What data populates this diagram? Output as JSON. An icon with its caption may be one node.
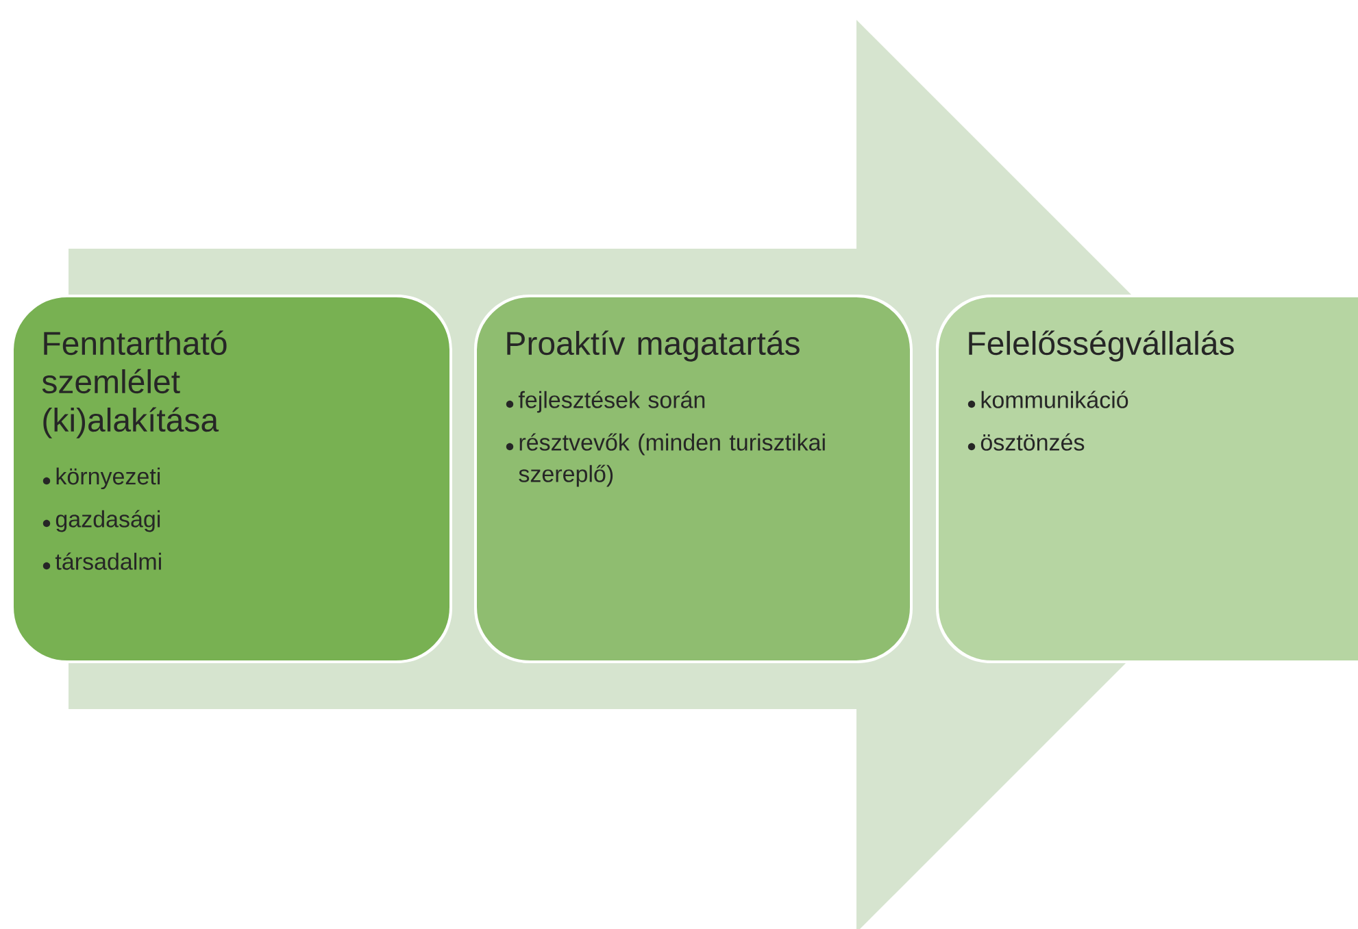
{
  "diagram": {
    "nodes": [
      {
        "text": [
          "Fenntartható szemlélet (ki)alakítása",
          "környezeti",
          "gazdasági",
          "társadalmi"
        ]
      },
      {
        "text": [
          "Proaktív magatartás",
          "fejlesztések során",
          "résztvevők (minden turisztikai szereplő)"
        ]
      },
      {
        "text": [
          "Felelősségvállalás",
          "kommunikáció",
          "ösztönzés"
        ]
      }
    ],
    "edges": [
      {
        "from": 0,
        "to": 2,
        "arrow": "to"
      }
    ]
  }
}
